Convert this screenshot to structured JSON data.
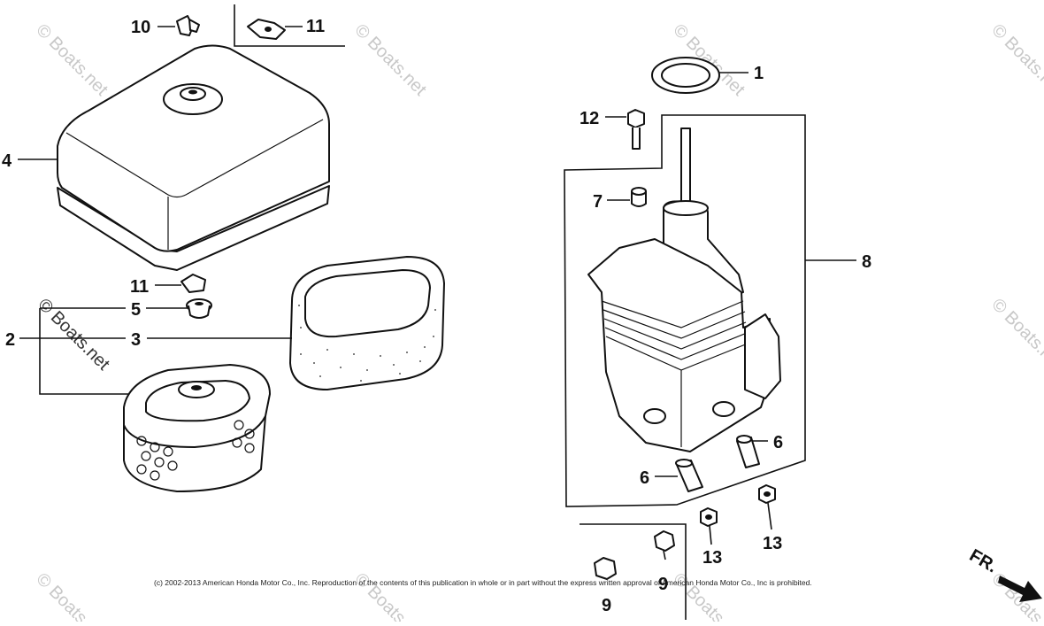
{
  "watermark": {
    "text": "© Boats.net",
    "color": "#c8c8c8"
  },
  "copyright": "(c) 2002-2013 American Honda Motor Co., Inc. Reproduction of the contents of this publication in whole or in part without the express written approval of American Honda Motor Co., Inc is prohibited.",
  "front_marker": "FR.",
  "callouts": {
    "c1": "1",
    "c2": "2",
    "c3": "3",
    "c4": "4",
    "c5": "5",
    "c6a": "6",
    "c6b": "6",
    "c7": "7",
    "c8": "8",
    "c9a": "9",
    "c9b": "9",
    "c10": "10",
    "c11a": "11",
    "c11b": "11",
    "c12": "12",
    "c13a": "13",
    "c13b": "13"
  }
}
